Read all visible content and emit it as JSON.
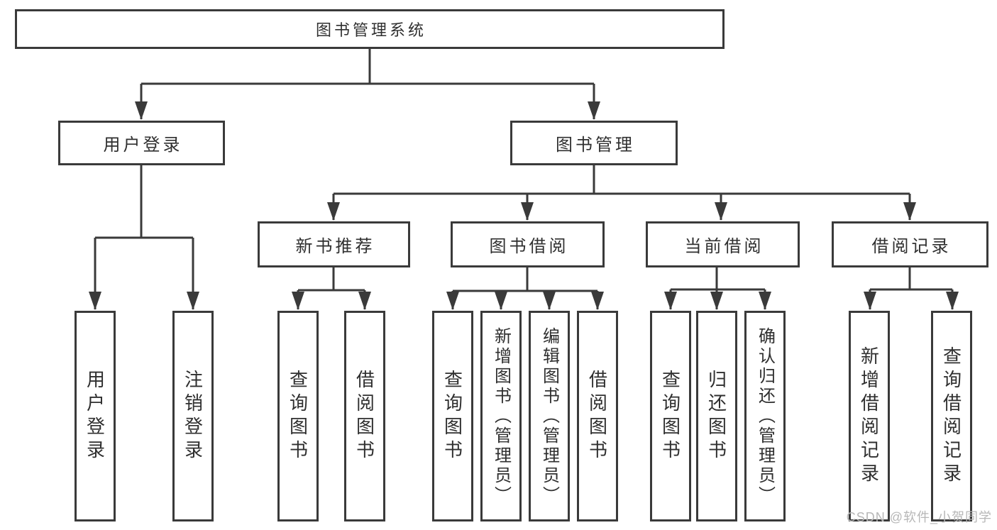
{
  "diagram": {
    "title": "图书管理系统",
    "root": "图书管理系统",
    "level2": [
      "用户登录",
      "图书管理"
    ],
    "level3": [
      "新书推荐",
      "图书借阅",
      "当前借阅",
      "借阅记录"
    ],
    "leaves": {
      "user_login": [
        "用户登录",
        "注销登录"
      ],
      "new_book_recommend": [
        "查询图书",
        "借阅图书"
      ],
      "book_borrow": [
        "查询图书",
        "新增图书（管理员）",
        "编辑图书（管理员）",
        "借阅图书"
      ],
      "current_borrow": [
        "查询图书",
        "归还图书",
        "确认归还（管理员）"
      ],
      "borrow_records": [
        "新增借阅记录",
        "查询借阅记录"
      ]
    }
  },
  "watermark": {
    "text": "CSDN @软件_小贺同学"
  },
  "colors": {
    "line": "#3a3a3a",
    "box_border": "#3a3a3a",
    "text": "#2f2f2f",
    "background": "#ffffff",
    "watermark": "#b7b7b7"
  }
}
